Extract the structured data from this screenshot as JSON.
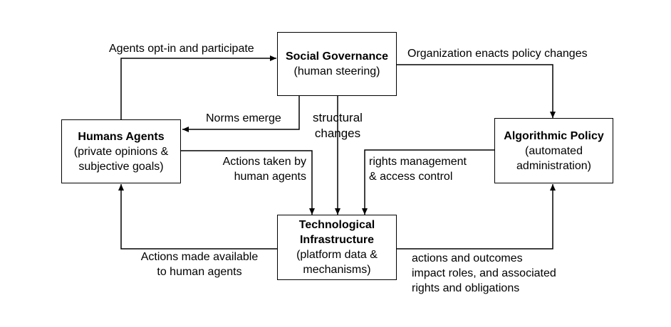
{
  "nodes": {
    "social_governance": {
      "title": "Social Governance",
      "subtitle": [
        "(human steering)"
      ]
    },
    "humans_agents": {
      "title": "Humans Agents",
      "subtitle": [
        "(private opinions &",
        "subjective goals)"
      ]
    },
    "algorithmic_policy": {
      "title": "Algorithmic Policy",
      "subtitle": [
        "(automated",
        "administration)"
      ]
    },
    "technological_infrastructure": {
      "title": [
        "Technological",
        "Infrastructure"
      ],
      "subtitle": [
        "(platform data &",
        "mechanisms)"
      ]
    }
  },
  "edges": {
    "opt_in": "Agents opt-in and participate",
    "enacts_policy": "Organization enacts policy changes",
    "norms_emerge": "Norms emerge",
    "structural_changes": [
      "structural",
      "changes"
    ],
    "actions_taken": [
      "Actions taken by",
      "human agents"
    ],
    "rights_management": [
      "rights management",
      "& access control"
    ],
    "actions_available": [
      "Actions made available",
      "to human agents"
    ],
    "outcomes_impact": [
      "actions and outcomes",
      "impact roles, and associated",
      "rights and obligations"
    ]
  },
  "colors": {
    "stroke": "#000000",
    "background": "#ffffff"
  }
}
